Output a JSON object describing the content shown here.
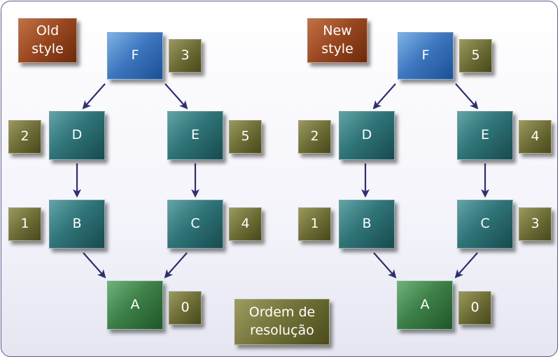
{
  "colors": {
    "frame_border": "#5a5a8a",
    "arrow": "#2f2f6e",
    "node_blue": "#3e78c0",
    "node_teal": "#2f7478",
    "node_green": "#3d8048",
    "number_box": "#6d6d36",
    "label_brown": "#97461f",
    "legend_olive": "#707037"
  },
  "left": {
    "title": "Old\nstyle",
    "nodes": {
      "F": {
        "label": "F",
        "order": "3"
      },
      "D": {
        "label": "D",
        "order": "2"
      },
      "E": {
        "label": "E",
        "order": "5"
      },
      "B": {
        "label": "B",
        "order": "1"
      },
      "C": {
        "label": "C",
        "order": "4"
      },
      "A": {
        "label": "A",
        "order": "0"
      }
    }
  },
  "right": {
    "title": "New\nstyle",
    "nodes": {
      "F": {
        "label": "F",
        "order": "5"
      },
      "D": {
        "label": "D",
        "order": "2"
      },
      "E": {
        "label": "E",
        "order": "4"
      },
      "B": {
        "label": "B",
        "order": "1"
      },
      "C": {
        "label": "C",
        "order": "3"
      },
      "A": {
        "label": "A",
        "order": "0"
      }
    }
  },
  "edges": [
    {
      "from": "F",
      "to": "D"
    },
    {
      "from": "F",
      "to": "E"
    },
    {
      "from": "D",
      "to": "B"
    },
    {
      "from": "E",
      "to": "C"
    },
    {
      "from": "B",
      "to": "A"
    },
    {
      "from": "C",
      "to": "A"
    }
  ],
  "legend": "Ordem de\nresolução"
}
